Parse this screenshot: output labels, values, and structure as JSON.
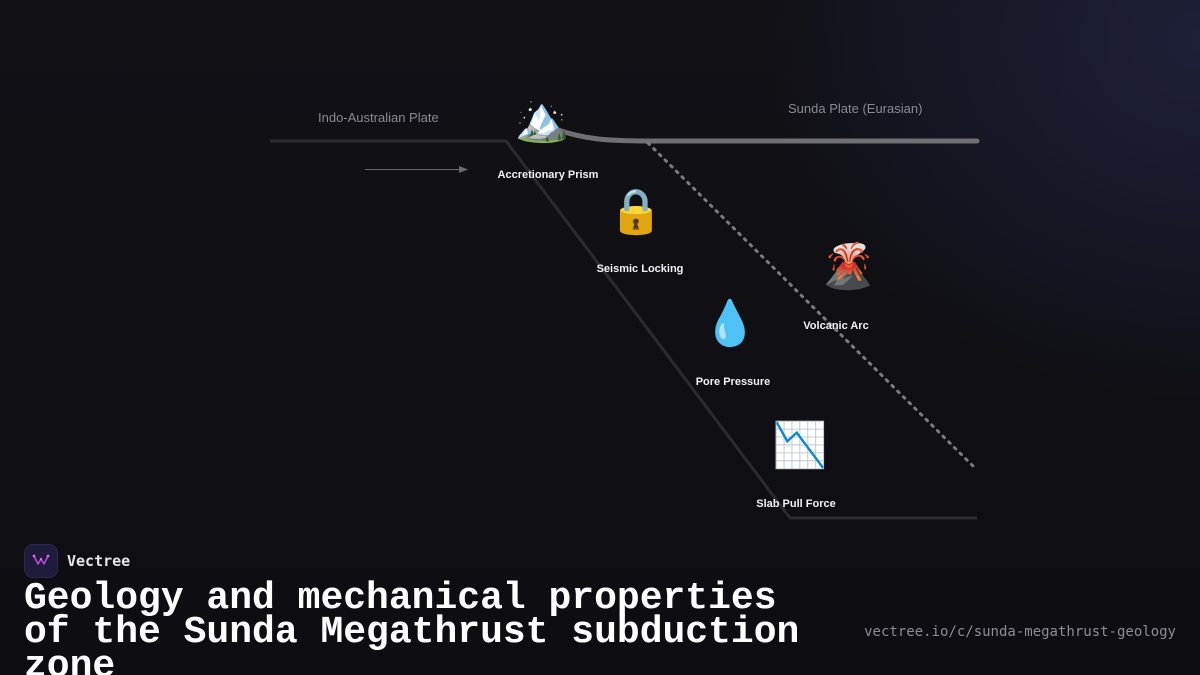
{
  "diagram": {
    "plates": {
      "left": "Indo-Australian Plate",
      "right": "Sunda Plate (Eurasian)"
    },
    "nodes": [
      {
        "id": "accretionary-prism",
        "icon": "mountain-icon",
        "glyph": "🏔️",
        "label": "Accretionary Prism"
      },
      {
        "id": "seismic-locking",
        "icon": "lock-icon",
        "glyph": "🔒",
        "label": "Seismic Locking"
      },
      {
        "id": "volcanic-arc",
        "icon": "volcano-icon",
        "glyph": "🌋",
        "label": "Volcanic Arc"
      },
      {
        "id": "pore-pressure",
        "icon": "droplet-icon",
        "glyph": "💧",
        "label": "Pore Pressure"
      },
      {
        "id": "slab-pull-force",
        "icon": "chart-decreasing-icon",
        "glyph": "📉",
        "label": "Slab Pull Force"
      }
    ],
    "colors": {
      "plate_line": "#2b2b30",
      "overriding_plate": "#6f6f74",
      "dotted_line": "#7a7a80",
      "arrow": "#6a6a70"
    }
  },
  "brand": {
    "name": "Vectree",
    "logo_icon": "vectree-logo-icon",
    "accent": "#b24bd6"
  },
  "title": "Geology and mechanical properties of the Sunda Megathrust subduction zone",
  "url": "vectree.io/c/sunda-megathrust-geology"
}
